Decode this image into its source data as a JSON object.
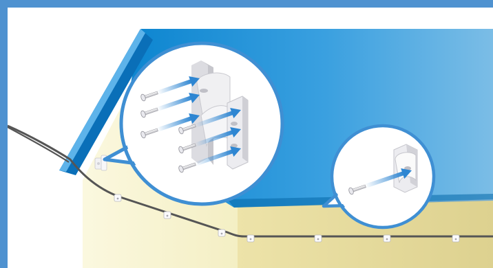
{
  "diagram": {
    "scene": "cable-clip-installation",
    "colors": {
      "frame_border": "#4f92d0",
      "roof_dark": "#0a84cf",
      "roof_light": "#7bbde6",
      "wall_front": "#f6f2c4",
      "wall_side": "#e3d89a",
      "cable": "#555555",
      "arrow": "#2e86d2",
      "bubble_stroke": "#3f8fd3",
      "hardware": "#e8e8ea"
    },
    "icons": {
      "screw": "screw-icon",
      "arrow": "insert-arrow-icon",
      "double_bracket": "double-cable-bracket-icon",
      "single_clip": "single-cable-clip-icon"
    },
    "zoom_callouts": [
      {
        "name": "double-bracket-detail",
        "screw_count": 6
      },
      {
        "name": "single-clip-detail",
        "screw_count": 1
      }
    ],
    "cable_clip_count": 7
  }
}
